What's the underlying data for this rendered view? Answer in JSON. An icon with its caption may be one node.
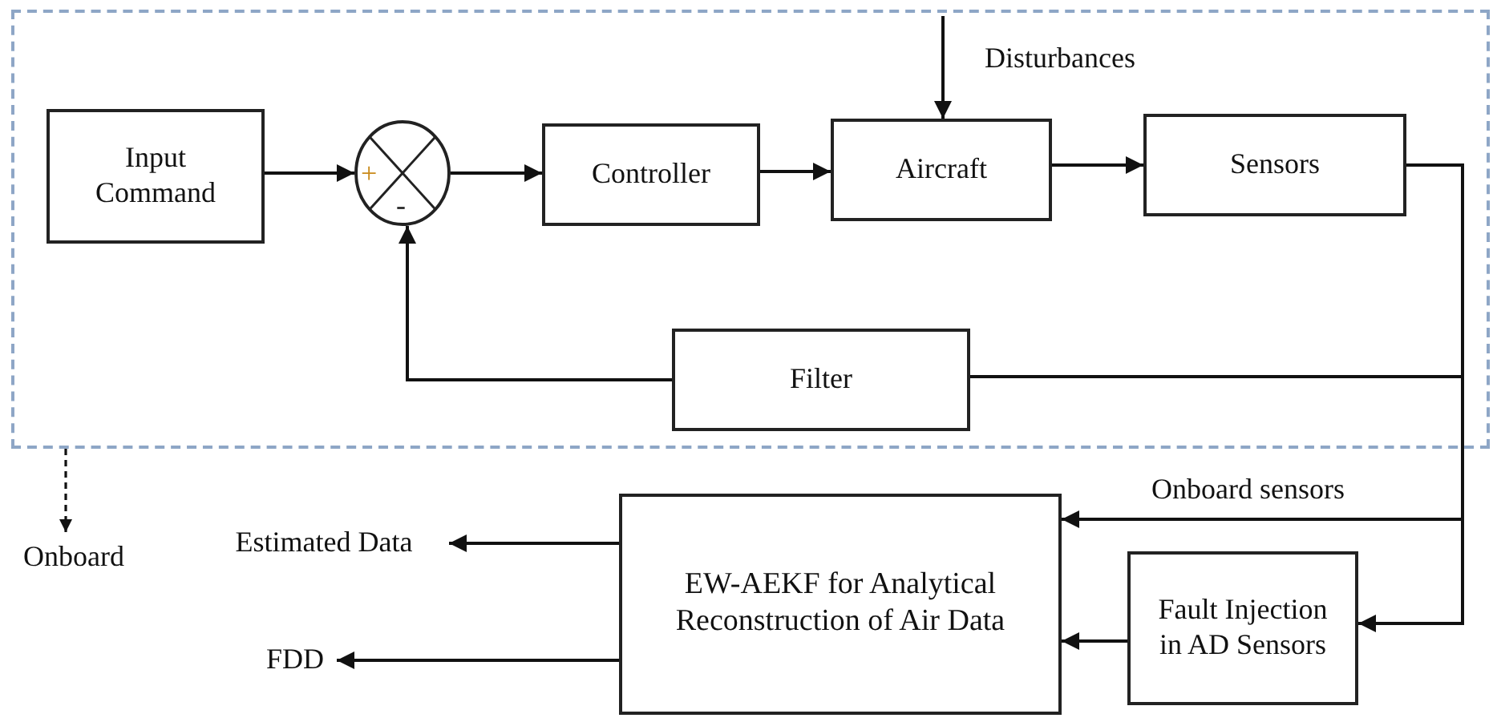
{
  "diagram": {
    "nodes": [
      {
        "text": [],
        "shape": "box"
      },
      {
        "text": [
          "Input Command"
        ],
        "in": 0
      },
      {
        "text": [
          "+",
          "-"
        ],
        "in": 0
      },
      {
        "text": [
          "Controller"
        ],
        "in": 0
      },
      {
        "text": [
          "Aircraft"
        ],
        "in": 0
      },
      {
        "text": [
          "Sensors"
        ],
        "in": 0
      },
      {
        "text": [
          "Filter"
        ],
        "in": 0
      },
      {
        "text": [
          "Onboard"
        ]
      },
      {
        "text": [
          "EW-AEKF for Analytical Reconstruction of Air Data"
        ]
      },
      {
        "text": [
          "Fault Injection in AD Sensors"
        ]
      },
      {
        "text": [
          "Estimated Data"
        ]
      },
      {
        "text": [
          "FDD"
        ]
      }
    ],
    "edges": [
      {
        "from": 1,
        "to": 2,
        "arrow": "to"
      },
      {
        "from": 2,
        "to": 3,
        "arrow": "to"
      },
      {
        "from": 3,
        "to": 4,
        "arrow": "to"
      },
      {
        "from": null,
        "to": 4,
        "arrow": "to",
        "label": "Disturbances"
      },
      {
        "from": 4,
        "to": 5,
        "arrow": "to"
      },
      {
        "from": 5,
        "to": 6,
        "arrow": "none"
      },
      {
        "from": 6,
        "to": 2,
        "arrow": "to"
      },
      {
        "from": 5,
        "to": 8,
        "arrow": "to",
        "label": "Onboard sensors"
      },
      {
        "from": 5,
        "to": 9,
        "arrow": "to"
      },
      {
        "from": 9,
        "to": 8,
        "arrow": "to"
      },
      {
        "from": 8,
        "to": 10,
        "arrow": "to"
      },
      {
        "from": 8,
        "to": 11,
        "arrow": "to"
      },
      {
        "from": 0,
        "to": 7,
        "arrow": "to",
        "style": "dashed"
      }
    ]
  }
}
